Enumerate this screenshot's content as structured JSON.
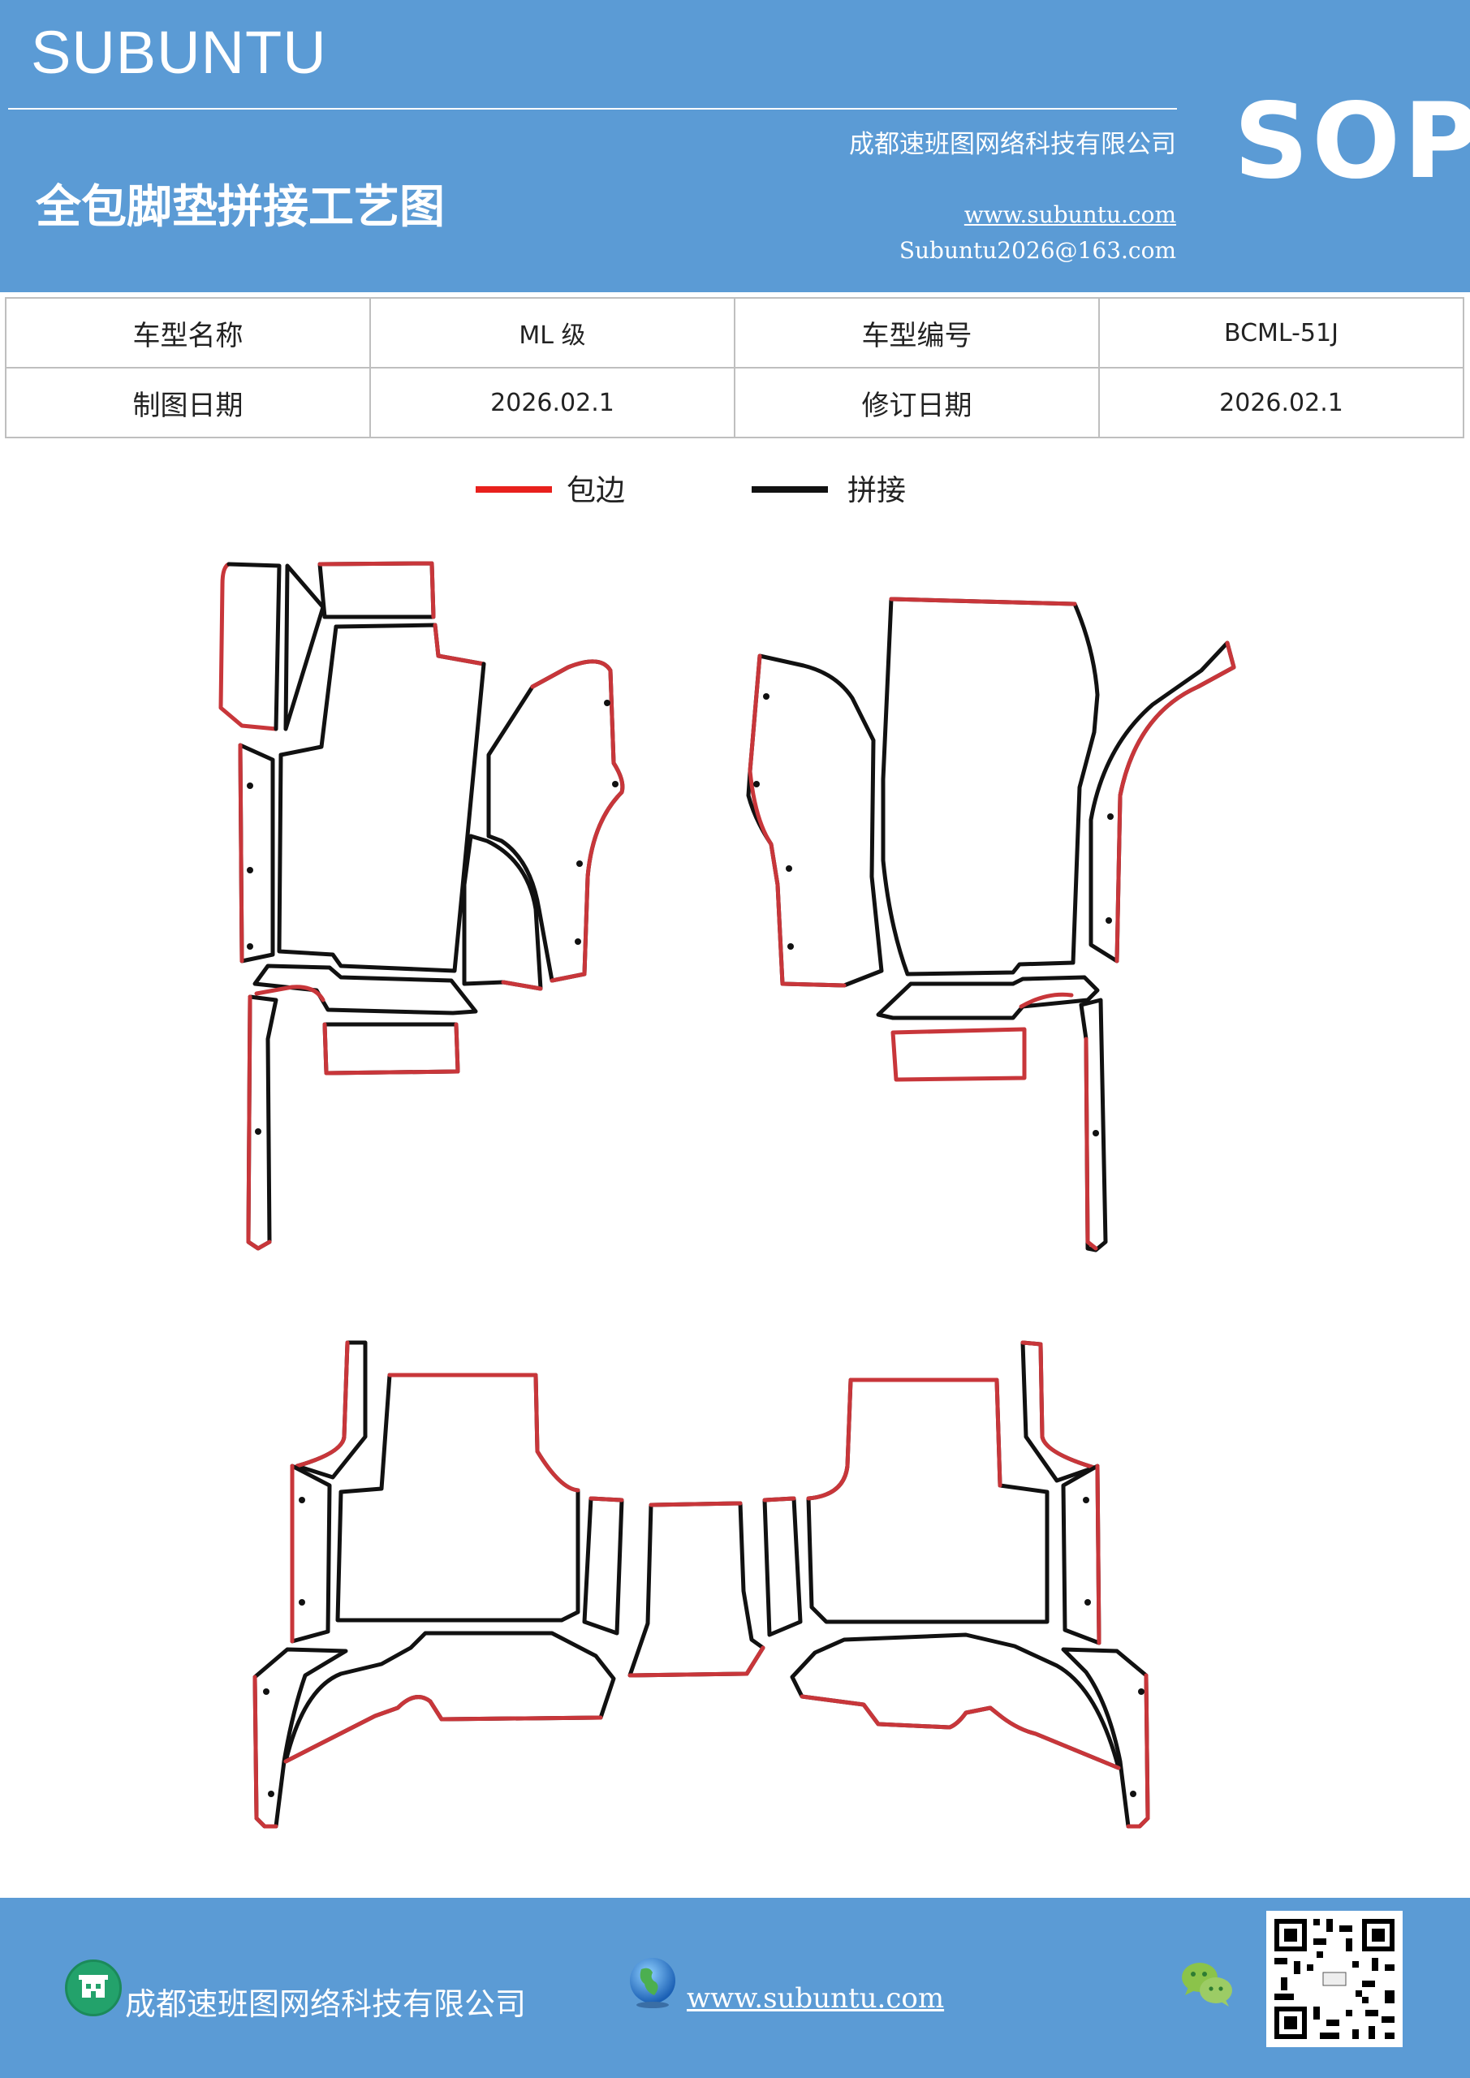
{
  "header": {
    "brand": "SUBUNTU",
    "company": "成都速班图网络科技有限公司",
    "title": "全包脚垫拼接工艺图",
    "website": "www.subuntu.com",
    "email": "Subuntu2026@163.com",
    "sop": "SOP"
  },
  "info": {
    "rows": [
      [
        {
          "label": "车型名称",
          "value": "ML 级"
        },
        {
          "label": "车型编号",
          "value": "BCML-51J"
        }
      ],
      [
        {
          "label": "制图日期",
          "value": "2026.02.1"
        },
        {
          "label": "修订日期",
          "value": "2026.02.1"
        }
      ]
    ]
  },
  "legend": {
    "items": [
      {
        "label": "包边",
        "color": "#e8201c"
      },
      {
        "label": "拼接",
        "color": "#111111"
      }
    ]
  },
  "colors": {
    "header_bg": "#5b9bd5",
    "edge_binding": "#c8363a",
    "seam": "#111111"
  },
  "footer": {
    "company": "成都速班图网络科技有限公司",
    "website": "www.subuntu.com",
    "icons": [
      "building-icon",
      "globe-icon",
      "wechat-icon",
      "qr-code"
    ]
  }
}
